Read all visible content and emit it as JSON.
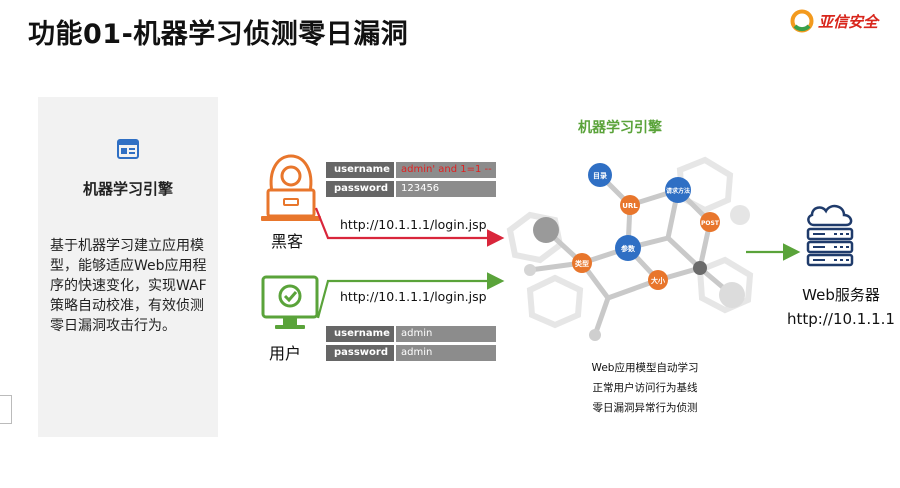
{
  "title": "功能01-机器学习侦测零日漏洞",
  "logo": {
    "text": "亚信安全",
    "mark": "circle-logo-icon"
  },
  "panel": {
    "icon": "browser-card-icon",
    "heading": "机器学习引擎",
    "description": "基于机器学习建立应用模型，能够适应Web应用程序的快速变化，实现WAF策略自动校准，有效侦测零日漏洞攻击行为。"
  },
  "hacker": {
    "label": "黑客",
    "icon": "hacker-laptop-icon",
    "credentials": [
      {
        "key": "username",
        "value": "admin' and 1=1 --"
      },
      {
        "key": "password",
        "value": "123456"
      }
    ],
    "url": "http://10.1.1.1/login.jsp",
    "color": "#d9263b"
  },
  "user": {
    "label": "用户",
    "icon": "monitor-check-icon",
    "credentials": [
      {
        "key": "username",
        "value": "admin"
      },
      {
        "key": "password",
        "value": "admin"
      }
    ],
    "url": "http://10.1.1.1/login.jsp",
    "color": "#5aa33a"
  },
  "engine": {
    "title": "机器学习引擎",
    "nodes": [
      "目录",
      "URL",
      "请求方法",
      "POST",
      "参数",
      "类型",
      "大小"
    ],
    "notes": [
      "Web应用模型自动学习",
      "正常用户访问行为基线",
      "零日漏洞异常行为侦测"
    ]
  },
  "server": {
    "icon": "cloud-server-icon",
    "label": "Web服务器",
    "address": "http://10.1.1.1"
  },
  "colors": {
    "accent_orange": "#e8762c",
    "accent_blue": "#2f6fc4",
    "accent_green": "#5aa33a",
    "attack_red": "#d9263b",
    "server_navy": "#1f3b6b"
  }
}
